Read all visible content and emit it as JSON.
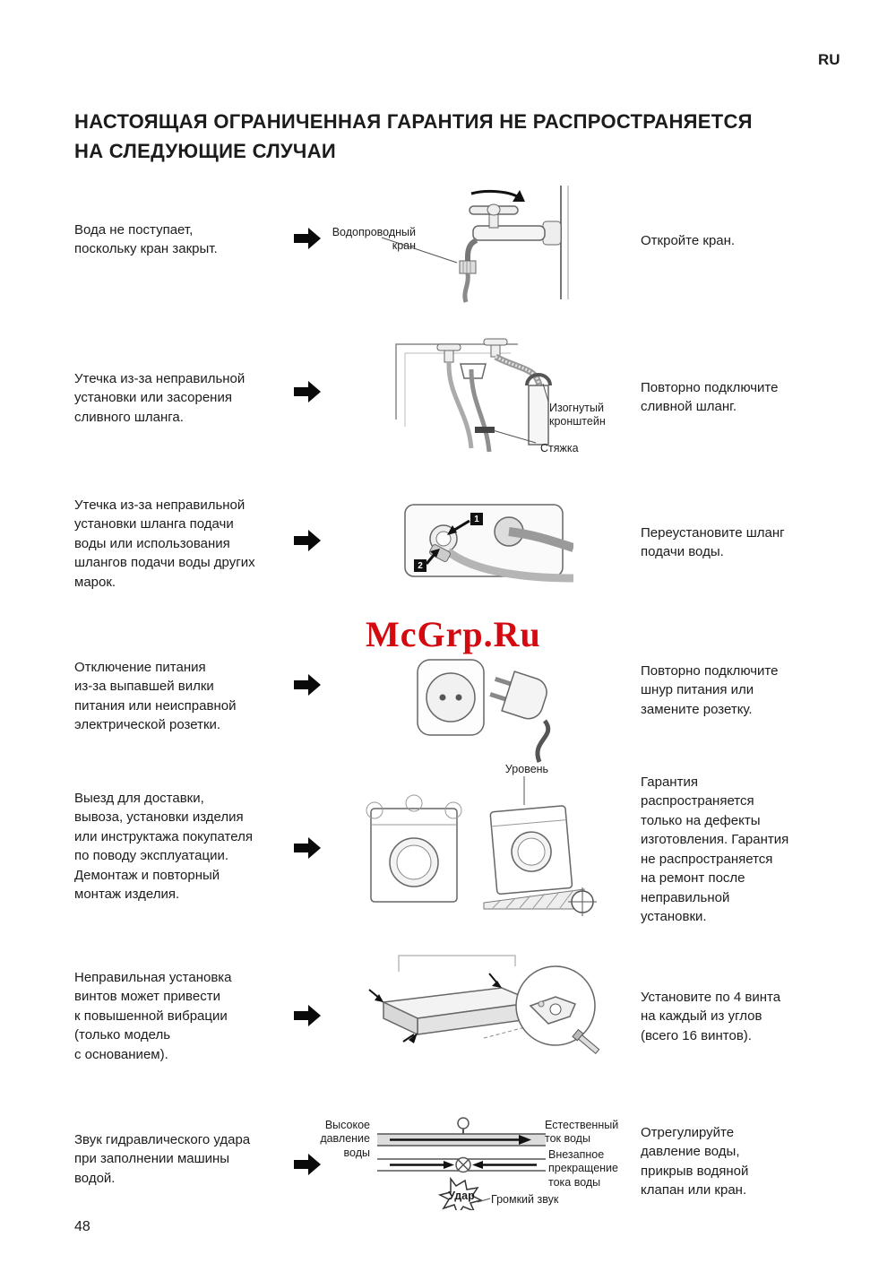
{
  "page": {
    "lang": "RU",
    "title": "НАСТОЯЩАЯ ОГРАНИЧЕННАЯ ГАРАНТИЯ НЕ РАСПРОСТРАНЯЕТСЯ\nНА СЛЕДУЮЩИЕ СЛУЧАИ",
    "number": "48",
    "watermark": "McGrp.Ru",
    "watermark_color": "#d40a10"
  },
  "rows": [
    {
      "problem": "Вода не поступает,\nпоскольку кран закрыт.",
      "solution": "Откройте кран.",
      "labels": {
        "tap": "Водопроводный\nкран"
      }
    },
    {
      "problem": "Утечка из-за неправильной\nустановки или засорения\nсливного шланга.",
      "solution": "Повторно подключите\nсливной шланг.",
      "labels": {
        "bracket": "Изогнутый\nкронштейн",
        "tie": "Стяжка"
      }
    },
    {
      "problem": "Утечка из-за неправильной\nустановки шланга подачи\nводы или использования\nшлангов подачи воды других\nмарок.",
      "solution": "Переустановите шланг\nподачи воды.",
      "labels": {
        "step1": "1",
        "step2": "2"
      }
    },
    {
      "problem": "Отключение питания\nиз-за выпавшей вилки\nпитания или неисправной\nэлектрической розетки.",
      "solution": "Повторно подключите\nшнур питания или\nзамените розетку."
    },
    {
      "problem": "Выезд для доставки,\nвывоза, установки изделия\nили инструктажа покупателя\nпо поводу эксплуатации.\nДемонтаж и повторный\nмонтаж изделия.",
      "solution": "Гарантия\nраспространяется\nтолько на дефекты\nизготовления. Гарантия\nне распространяется\nна ремонт после\nнеправильной\nустановки.",
      "labels": {
        "level": "Уровень"
      }
    },
    {
      "problem": "Неправильная установка\nвинтов может привести\nк повышенной вибрации\n(только модель\nс основанием).",
      "solution": "Установите по 4 винта\nна каждый из углов\n(всего 16 винтов)."
    },
    {
      "problem": "Звук гидравлического удара\nпри заполнении машины\nводой.",
      "solution": "Отрегулируйте\nдавление воды,\nприкрыв водяной\nклапан или кран.",
      "labels": {
        "high_pressure": "Высокое\nдавление\nводы",
        "natural_flow": "Естественный\nток воды",
        "sudden_stop": "Внезапное\nпрекращение\nтока воды",
        "impact": "Удар",
        "loud_noise": "Громкий звук"
      }
    }
  ]
}
